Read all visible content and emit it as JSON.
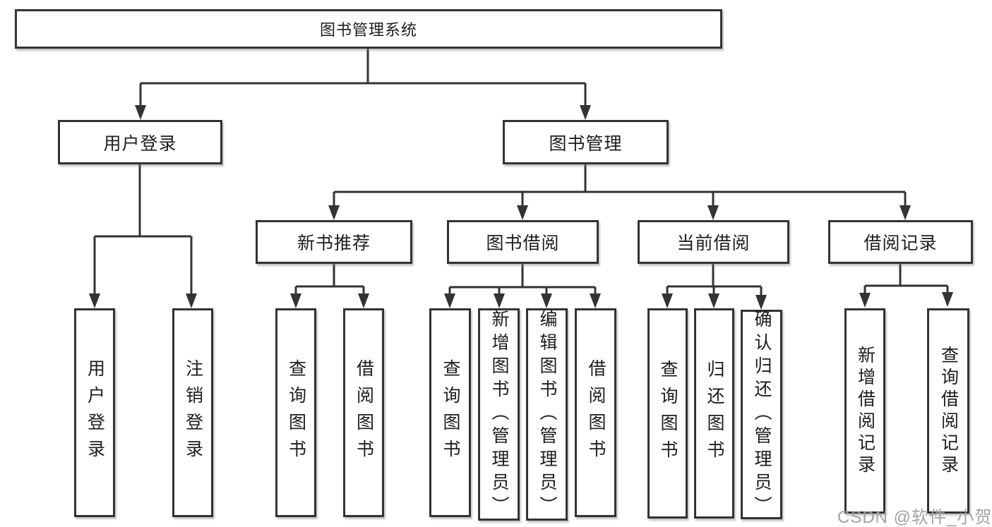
{
  "tree": {
    "root": {
      "label": "图书管理系统",
      "children": [
        {
          "label": "用户登录",
          "children": [
            {
              "label": "用户登录"
            },
            {
              "label": "注销登录"
            }
          ]
        },
        {
          "label": "图书管理",
          "children": [
            {
              "label": "新书推荐",
              "children": [
                {
                  "label": "查询图书"
                },
                {
                  "label": "借阅图书"
                }
              ]
            },
            {
              "label": "图书借阅",
              "children": [
                {
                  "label": "查询图书"
                },
                {
                  "label": "新增图书（管理员）"
                },
                {
                  "label": "编辑图书（管理员）"
                },
                {
                  "label": "借阅图书"
                }
              ]
            },
            {
              "label": "当前借阅",
              "children": [
                {
                  "label": "查询图书"
                },
                {
                  "label": "归还图书"
                },
                {
                  "label": "确认归还（管理员）"
                }
              ]
            },
            {
              "label": "借阅记录",
              "children": [
                {
                  "label": "新增借阅记录"
                },
                {
                  "label": "查询借阅记录"
                }
              ]
            }
          ]
        }
      ]
    }
  },
  "watermark": {
    "text": "CSDN @软件_小贺同学"
  },
  "colors": {
    "line": "#333333",
    "text": "#1d1d1d",
    "box_background": "#ffffff",
    "watermark": "#9e9e9e",
    "background": "#ffffff"
  }
}
